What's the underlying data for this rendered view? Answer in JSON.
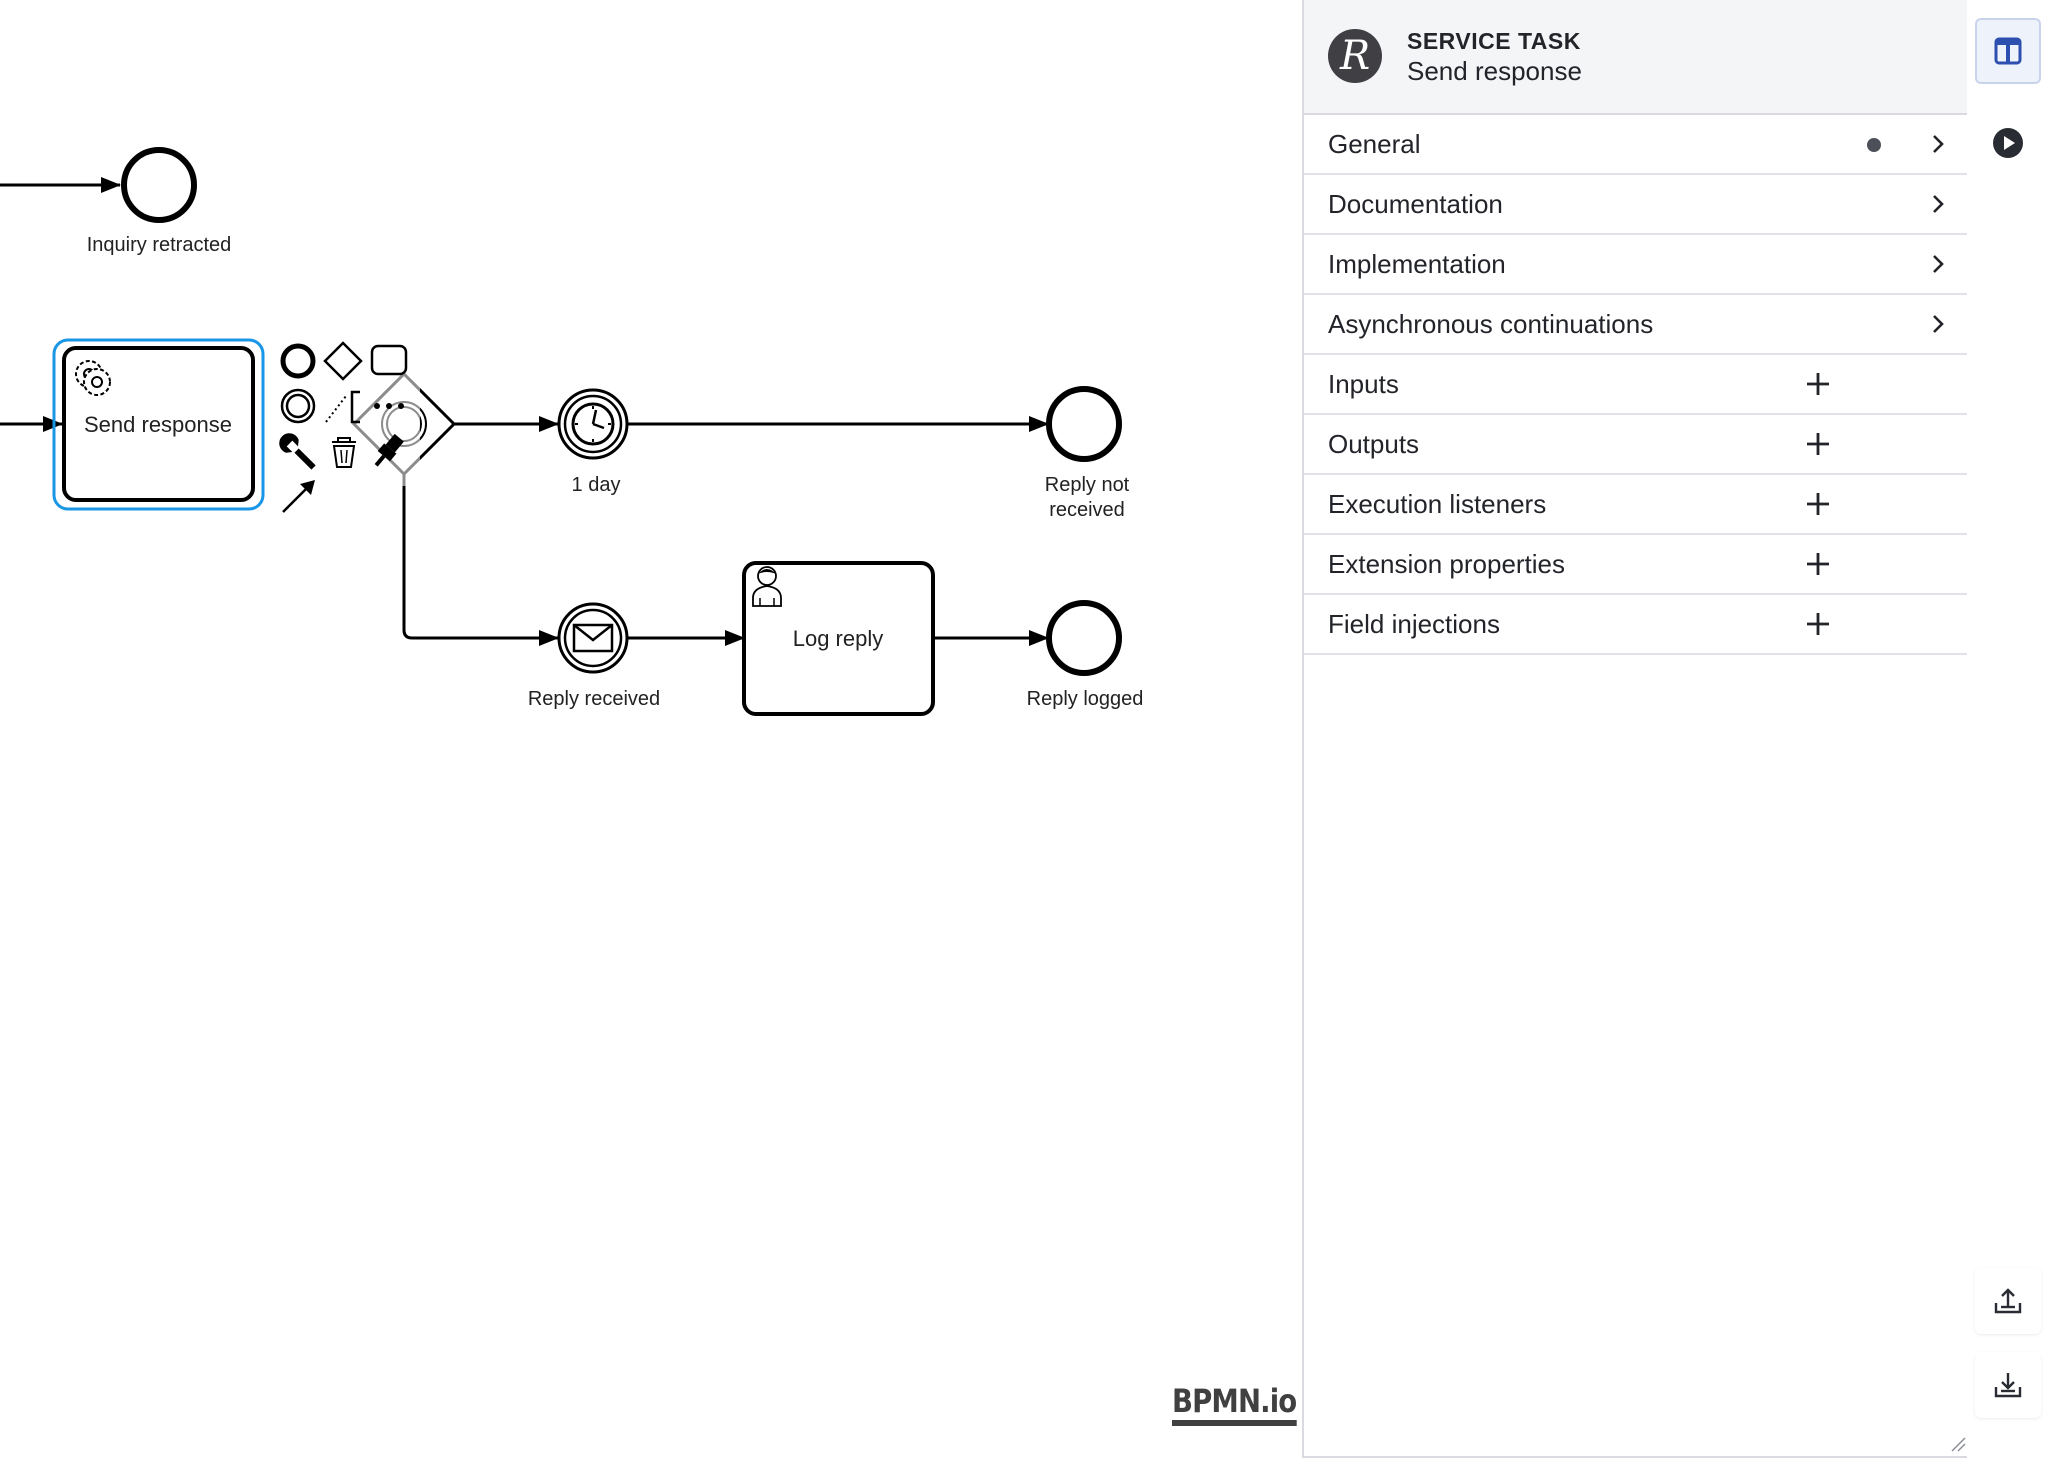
{
  "diagram": {
    "labels": {
      "inquiry_retracted": "Inquiry retracted",
      "send_response": "Send response",
      "timer": "1 day",
      "reply_not_received_line1": "Reply not",
      "reply_not_received_line2": "received",
      "reply_received": "Reply received",
      "log_reply": "Log reply",
      "reply_logged": "Reply logged"
    },
    "selection_color": "#1a96e6",
    "icons": {
      "context_pad": [
        "end-event-icon",
        "gateway-icon",
        "task-icon",
        "intermediate-event-icon",
        "text-annotation-icon",
        "more-icon",
        "wrench-icon",
        "trash-icon",
        "color-icon",
        "connect-arrow-icon"
      ],
      "task_markers": [
        "service-gear-icon",
        "user-icon"
      ],
      "event_markers": [
        "timer-clock-icon",
        "message-envelope-icon"
      ]
    }
  },
  "properties_panel": {
    "header": {
      "logo_letter": "R",
      "type": "SERVICE TASK",
      "name": "Send response"
    },
    "groups": [
      {
        "label": "General",
        "action": "chevron",
        "has_data": true
      },
      {
        "label": "Documentation",
        "action": "chevron",
        "has_data": false
      },
      {
        "label": "Implementation",
        "action": "chevron",
        "has_data": false
      },
      {
        "label": "Asynchronous continuations",
        "action": "chevron",
        "has_data": false
      },
      {
        "label": "Inputs",
        "action": "add",
        "has_data": false
      },
      {
        "label": "Outputs",
        "action": "add",
        "has_data": false
      },
      {
        "label": "Execution listeners",
        "action": "add",
        "has_data": false
      },
      {
        "label": "Extension properties",
        "action": "add",
        "has_data": false
      },
      {
        "label": "Field injections",
        "action": "add",
        "has_data": false
      }
    ]
  },
  "toolbar": {
    "buttons": [
      "properties-panel-icon",
      "play-icon",
      "deploy-icon",
      "download-icon"
    ],
    "accent": "#2c4fb0"
  },
  "watermark": "BPMN.io"
}
